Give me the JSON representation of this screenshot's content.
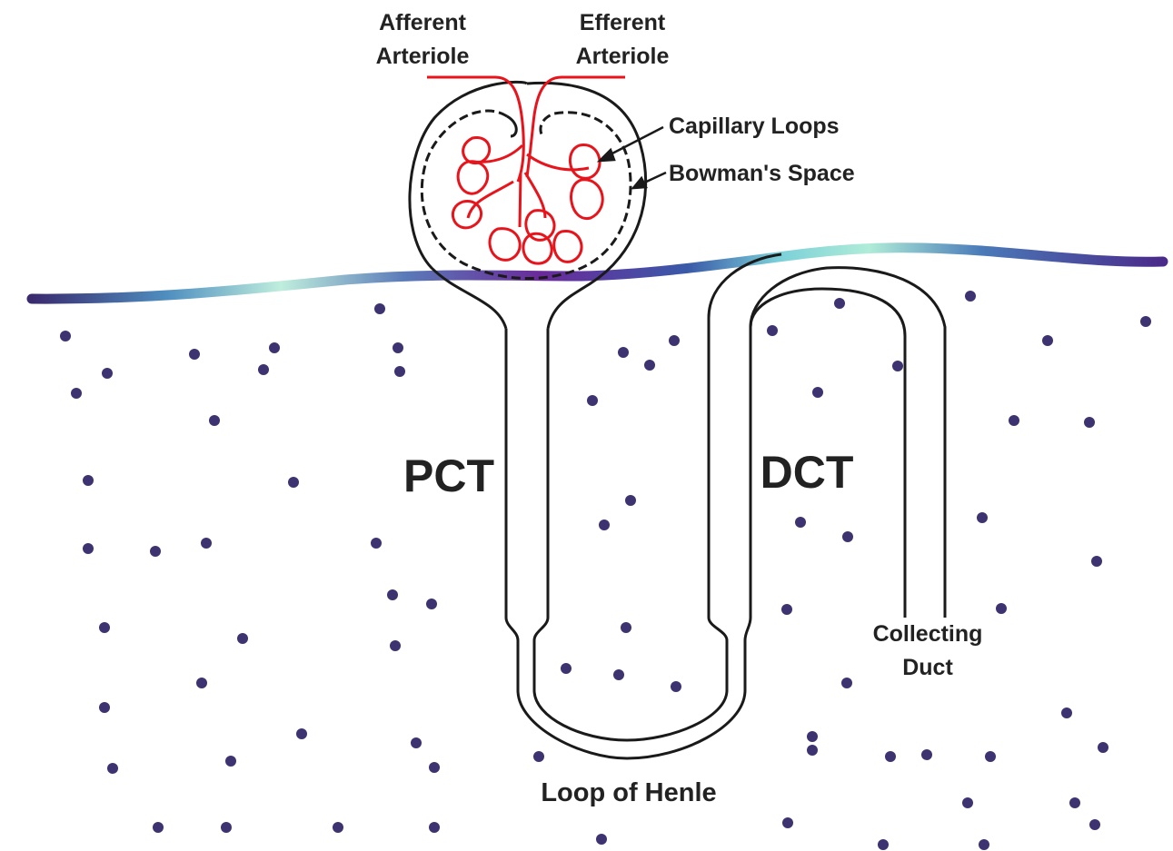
{
  "labels": {
    "afferent_line1": "Afferent",
    "afferent_line2": "Arteriole",
    "efferent_line1": "Efferent",
    "efferent_line2": "Arteriole",
    "capillary_loops": "Capillary Loops",
    "bowmans_space": "Bowman's Space",
    "pct": "PCT",
    "dct": "DCT",
    "collecting_line1": "Collecting",
    "collecting_line2": "Duct",
    "loop_of_henle": "Loop of Henle"
  },
  "colors": {
    "tubule": "#1a1a1a",
    "capillary": "#e8141c",
    "dots": "#3d3370",
    "boundary_gradient": [
      "#3a2a6e",
      "#4aa0c8",
      "#c8f0e0",
      "#7ad0c0",
      "#3a7ab8",
      "#4a2a8a"
    ]
  }
}
